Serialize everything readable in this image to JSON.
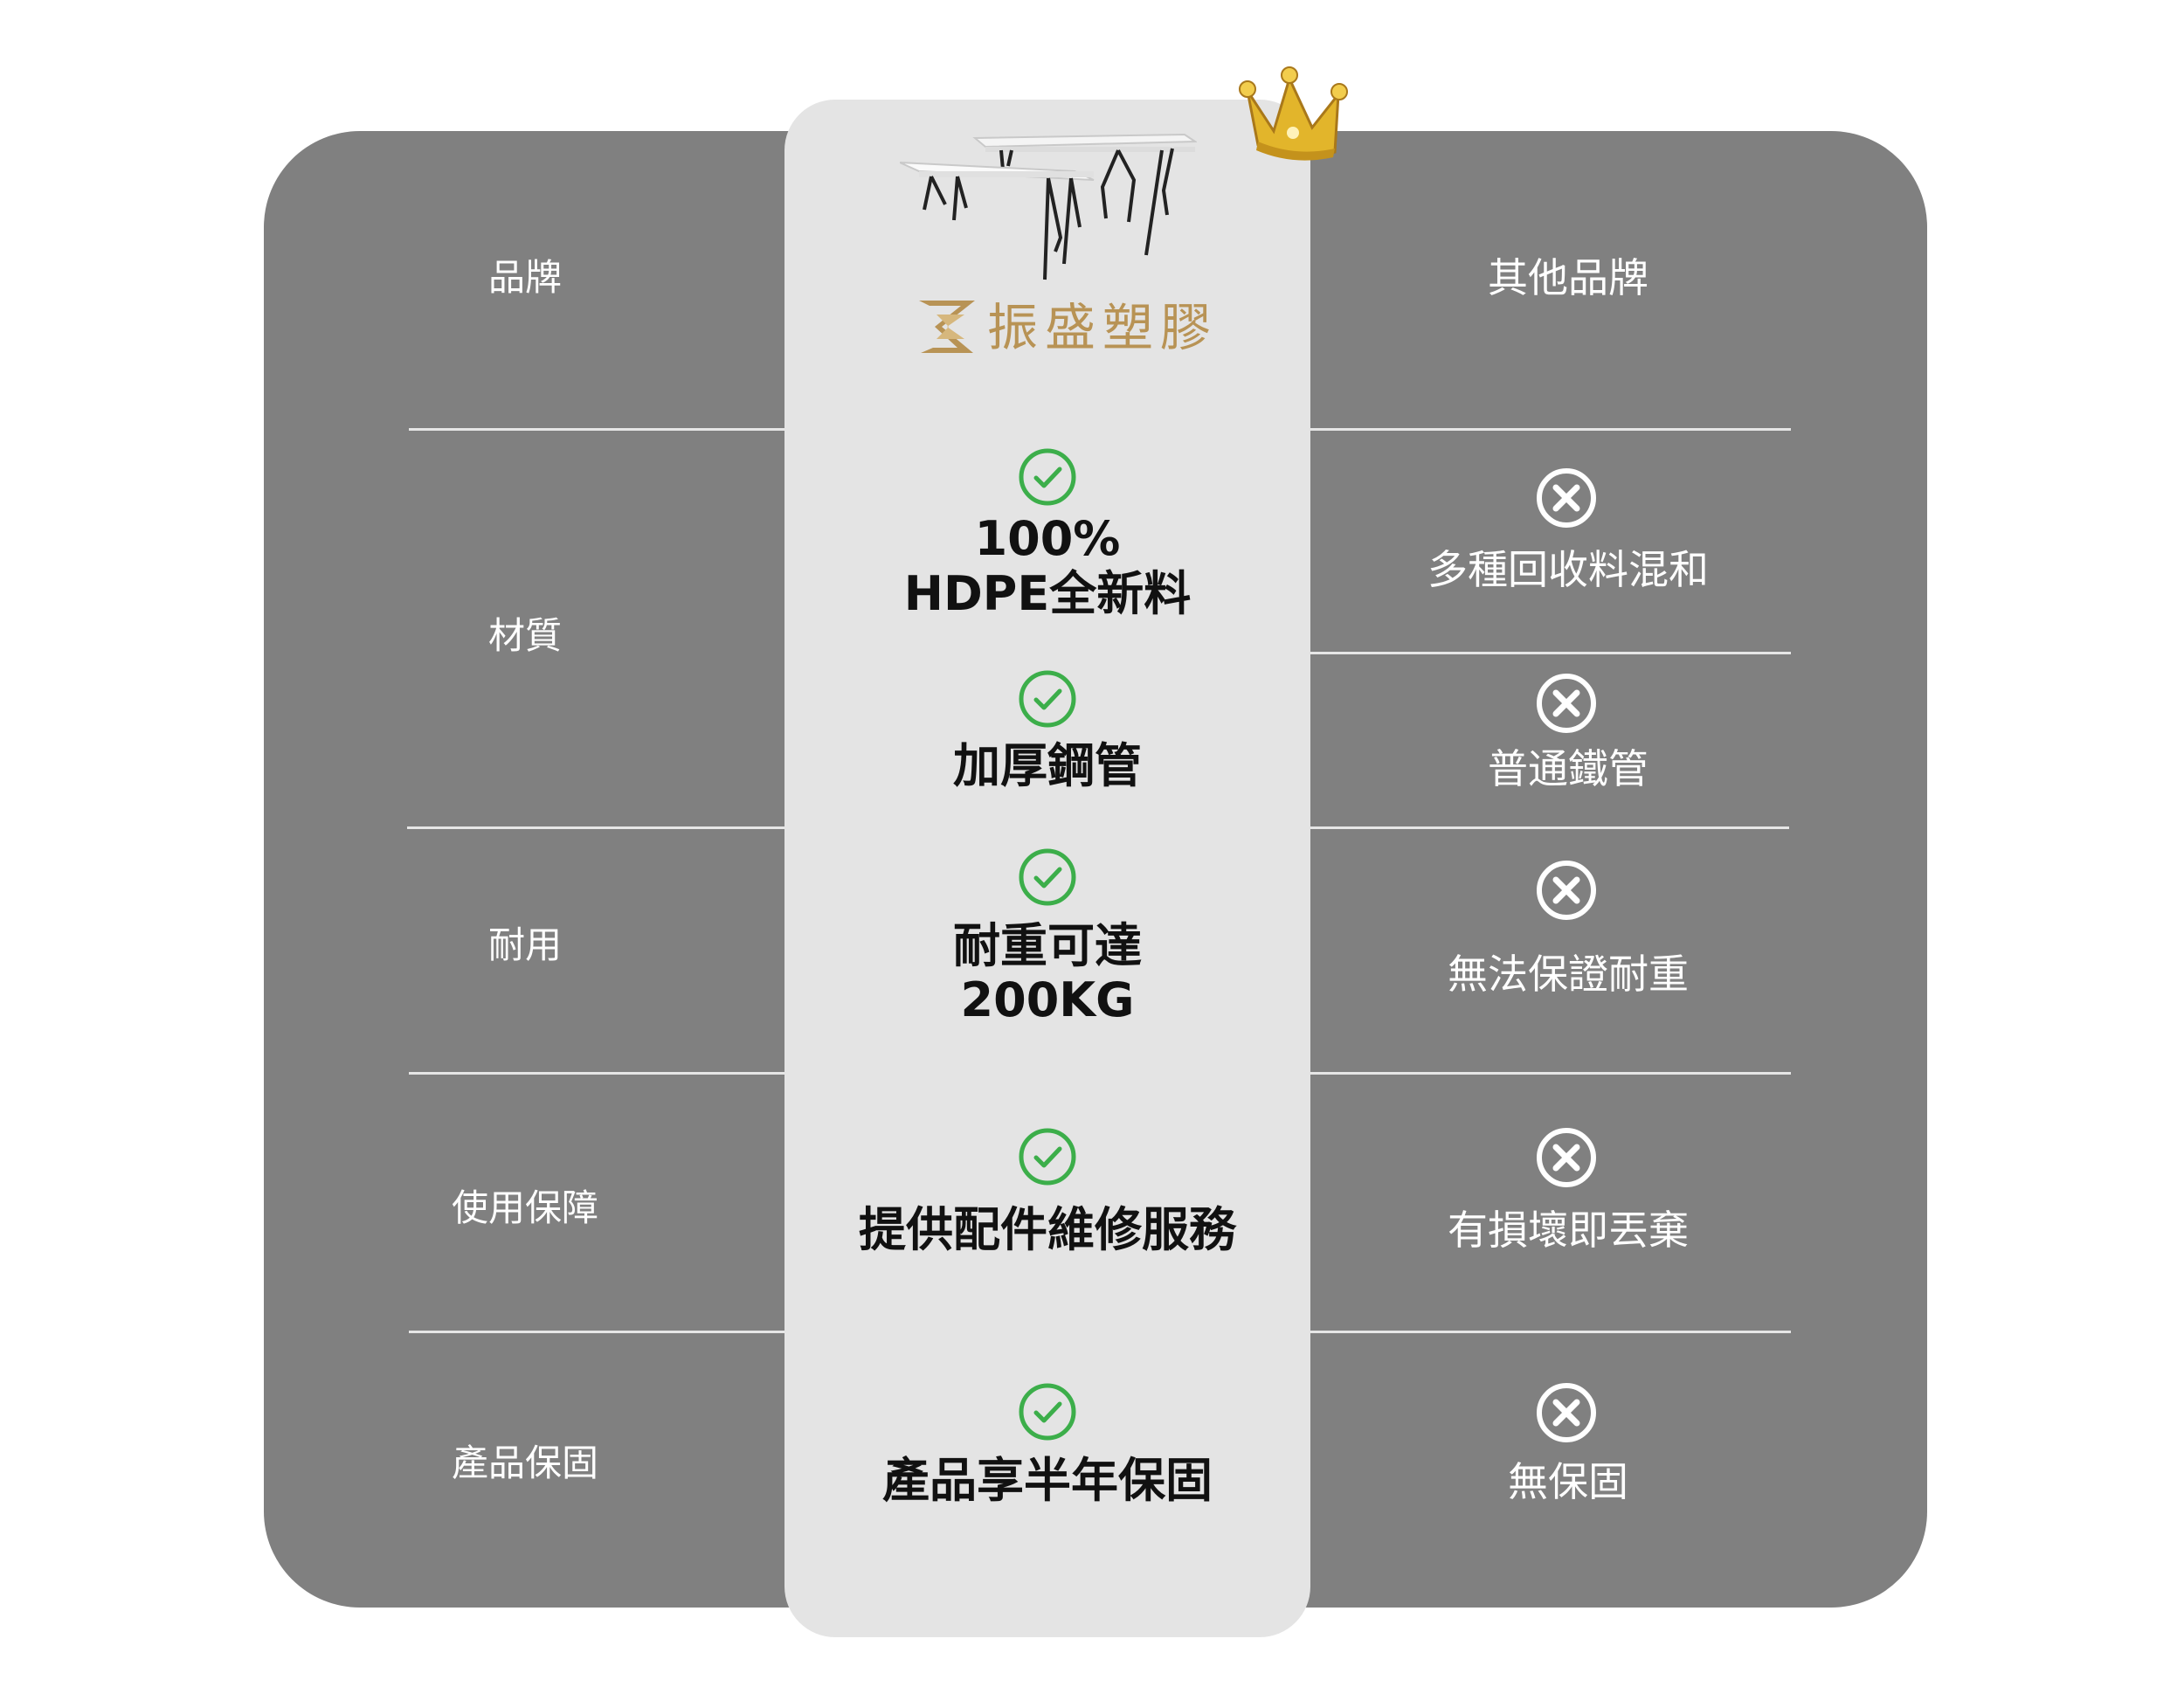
{
  "rows": {
    "brand": {
      "label": "品牌",
      "other": "其他品牌"
    },
    "material": {
      "label": "材質"
    },
    "durability": {
      "label": "耐用"
    },
    "warranty": {
      "label": "使用保障"
    },
    "guarantee": {
      "label": "產品保固"
    }
  },
  "brand": {
    "name": "振盛塑膠"
  },
  "features": {
    "material_1": {
      "line1": "100%",
      "line2": "HDPE全新料",
      "other": "多種回收料混和"
    },
    "material_2": {
      "text": "加厚鋼管",
      "other": "普通鐵管"
    },
    "durability": {
      "line1": "耐重可達",
      "line2": "200KG",
      "other": "無法保證耐重"
    },
    "warranty": {
      "text": "提供配件維修服務",
      "other": "有損壞即丟棄"
    },
    "guarantee": {
      "text": "產品享半年保固",
      "other": "無保固"
    }
  },
  "colors": {
    "panel": "#808080",
    "highlight_column": "#e4e4e4",
    "check": "#3cae4a",
    "gold": "#b89355",
    "crown": "#e2b52b"
  },
  "icons": [
    "crown-icon",
    "folding-table-icon",
    "brand-logo-icon",
    "check-circle-icon",
    "x-circle-icon"
  ]
}
